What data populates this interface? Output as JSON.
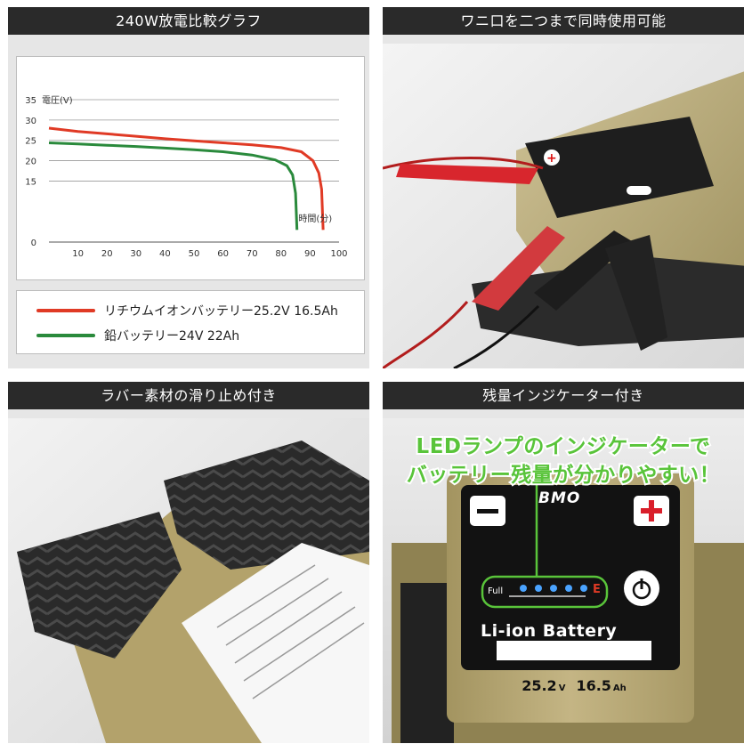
{
  "panels": {
    "top_left": {
      "header": "240W放電比較グラフ"
    },
    "top_right": {
      "header": "ワニ口を二つまで同時使用可能"
    },
    "bottom_left": {
      "header": "ラバー素材の滑り止め付き"
    },
    "bottom_right": {
      "header": "残量インジケーター付き",
      "callout_line1": "LEDランプのインジケーターで",
      "callout_line2": "バッテリー残量が分かりやすい！"
    }
  },
  "battery_label": {
    "brand": "BMO",
    "title": "Li-ion Battery",
    "voltage": "25.2",
    "voltage_unit": "V",
    "capacity": "16.5",
    "capacity_unit": "Ah",
    "full_label": "Full",
    "empty_label": "E",
    "minus": "−",
    "plus": "+"
  },
  "colors": {
    "li_ion": "#e03a25",
    "lead": "#2a8a3c",
    "battery_body": "#b9aa77",
    "callout": "#59c43a"
  },
  "icons": [
    "power-icon",
    "minus-icon",
    "plus-icon"
  ],
  "chart_data": {
    "type": "line",
    "title": "240W放電比較グラフ",
    "xlabel": "時間(分)",
    "ylabel": "電圧(V)",
    "xlim": [
      0,
      100
    ],
    "ylim": [
      0,
      35
    ],
    "xticks": [
      10,
      20,
      30,
      40,
      50,
      60,
      70,
      80,
      90,
      100
    ],
    "yticks": [
      0,
      15,
      20,
      25,
      30,
      35
    ],
    "grid": "horizontal",
    "legend_position": "bottom",
    "series": [
      {
        "name": "リチウムイオンバッテリー25.2V 16.5Ah",
        "color": "#e03a25",
        "points": [
          [
            0,
            28.0
          ],
          [
            10,
            27.2
          ],
          [
            20,
            26.6
          ],
          [
            30,
            26.0
          ],
          [
            40,
            25.4
          ],
          [
            50,
            24.9
          ],
          [
            60,
            24.4
          ],
          [
            70,
            23.9
          ],
          [
            80,
            23.2
          ],
          [
            87,
            22.2
          ],
          [
            91,
            20.0
          ],
          [
            93,
            17.0
          ],
          [
            94,
            13.0
          ],
          [
            94.5,
            3.0
          ]
        ]
      },
      {
        "name": "鉛バッテリー24V 22Ah",
        "color": "#2a8a3c",
        "points": [
          [
            0,
            24.4
          ],
          [
            10,
            24.1
          ],
          [
            20,
            23.8
          ],
          [
            30,
            23.5
          ],
          [
            40,
            23.1
          ],
          [
            50,
            22.7
          ],
          [
            60,
            22.2
          ],
          [
            70,
            21.4
          ],
          [
            78,
            20.2
          ],
          [
            82,
            18.8
          ],
          [
            84,
            16.5
          ],
          [
            85,
            12.0
          ],
          [
            85.5,
            3.0
          ]
        ]
      }
    ]
  }
}
